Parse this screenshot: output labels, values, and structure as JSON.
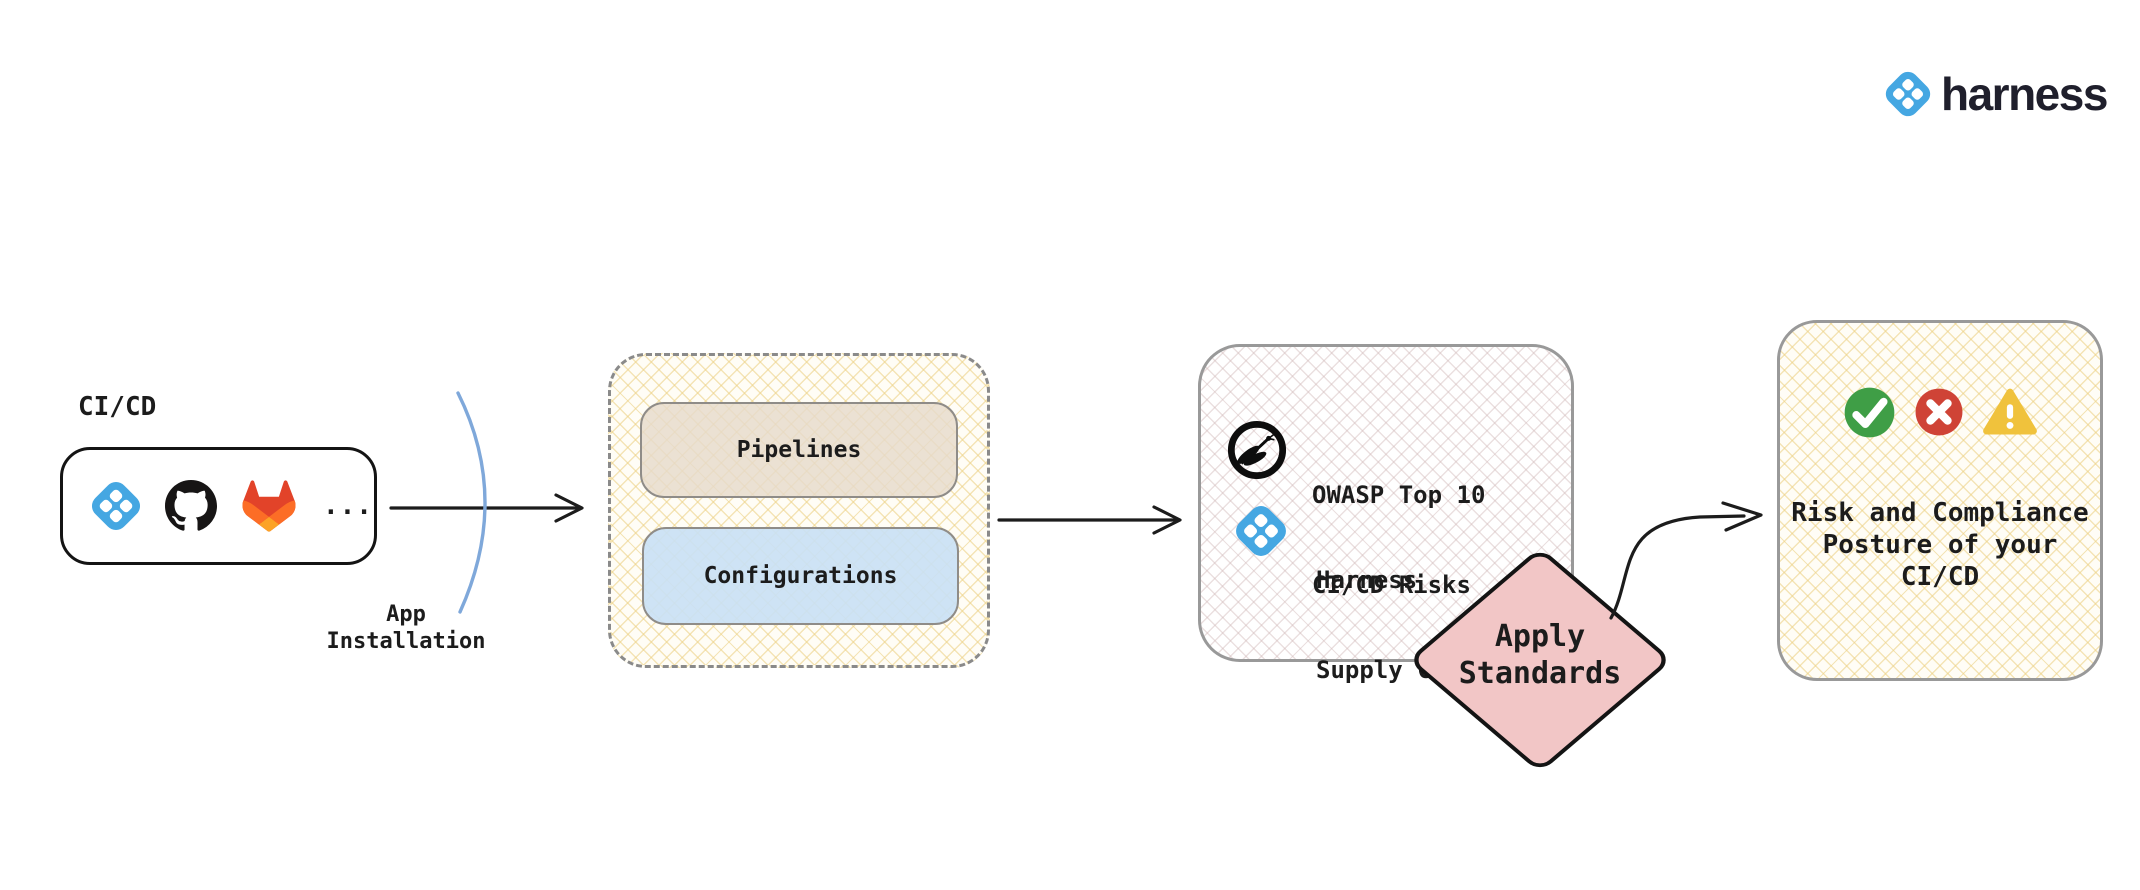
{
  "brand": {
    "wordmark": "harness"
  },
  "source": {
    "label": "CI/CD",
    "icons": [
      "harness-icon",
      "github-icon",
      "gitlab-icon"
    ],
    "ellipsis": "..."
  },
  "app_installation": {
    "line1": "App",
    "line2": "Installation"
  },
  "ingestion": {
    "pipelines_label": "Pipelines",
    "configurations_label": "Configurations"
  },
  "analysis": {
    "owasp": {
      "line1": "OWASP Top 10",
      "line2": "CI/CD Risks"
    },
    "supply_chain": {
      "line1": "Harness",
      "line2": "Supply Chain"
    }
  },
  "decision": {
    "line1": "Apply",
    "line2": "Standards"
  },
  "outcome": {
    "icons": [
      "check-icon",
      "cross-icon",
      "warning-icon"
    ],
    "line1": "Risk and Compliance",
    "line2": "Posture of your",
    "line3": "CI/CD"
  },
  "colors": {
    "harness_blue": "#45a7e2",
    "wordmark": "#1f1f2c",
    "arrow_black": "#1c1c1c",
    "blue_arc": "#7fa8da",
    "diamond_fill": "#f2c6c6",
    "hatch_yellow": "#ecd082",
    "hatch_pink": "#d2baba",
    "check_green": "#3f9e46",
    "cross_red": "#cf4336",
    "warning_yellow": "#f0c23c",
    "gitlab_red": "#e24329",
    "gitlab_orange": "#fc6d26",
    "gitlab_amber": "#fca326",
    "github_black": "#171515"
  }
}
